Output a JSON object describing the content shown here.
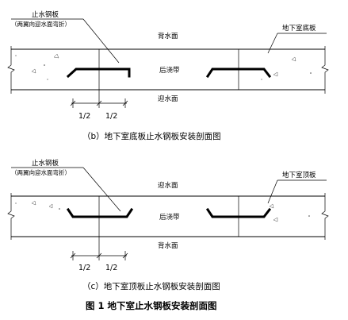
{
  "diagram_b": {
    "label_waterstop": "止水钢板",
    "label_waterstop_note": "（两翼向迎水面弯折）",
    "label_slab": "地下室底板",
    "label_top_face": "背水面",
    "label_band": "后浇带",
    "label_bottom_face": "迎水面",
    "dim_left": "1/2",
    "dim_right": "1/2",
    "caption": "（b）地下室底板止水钢板安装剖面图"
  },
  "diagram_c": {
    "label_waterstop": "止水钢板",
    "label_waterstop_note": "（两翼向迎水面弯折）",
    "label_slab": "地下室顶板",
    "label_top_face": "迎水面",
    "label_band": "后浇带",
    "label_bottom_face": "背水面",
    "dim_left": "1/2",
    "dim_right": "1/2",
    "caption": "（c）地下室顶板止水钢板安装剖面图"
  },
  "figure_title": "图 1  地下室止水钢板安装剖面图"
}
